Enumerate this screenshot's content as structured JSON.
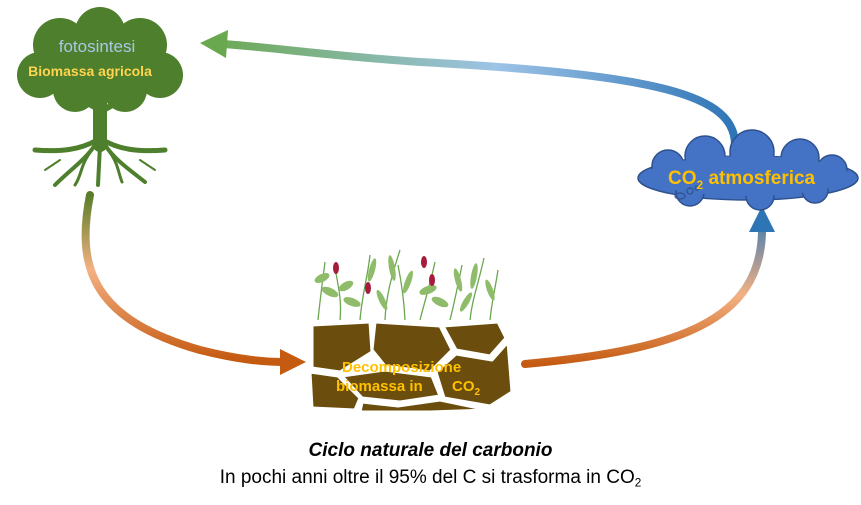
{
  "tree": {
    "label_top": "fotosintesi",
    "label_main": "Biomassa agricola",
    "label_top_color": "#a9c8e8",
    "label_main_color": "#ffd54f",
    "foliage_color": "#4e7f2c"
  },
  "cloud": {
    "label_prefix": "CO",
    "label_sub": "2",
    "label_suffix": " atmosferica",
    "label_color": "#ffc000",
    "fill_color": "#4472c4"
  },
  "soil": {
    "line1": "Decomposizione",
    "line2": "biomassa in",
    "co2_prefix": "CO",
    "co2_sub": "2",
    "label_color": "#ffc000",
    "fill_color": "#6b4e0d"
  },
  "caption": {
    "title": "Ciclo naturale del carbonio",
    "subtitle_prefix": "In pochi anni oltre il 95% del C si trasforma in CO",
    "subtitle_sub": "2"
  },
  "colors": {
    "arrow_green": "#6aa84f",
    "arrow_blue": "#2e75b6",
    "arrow_orange": "#f4a460",
    "arrow_rust": "#c55a11",
    "arrow_olive": "#5a7d2a"
  }
}
